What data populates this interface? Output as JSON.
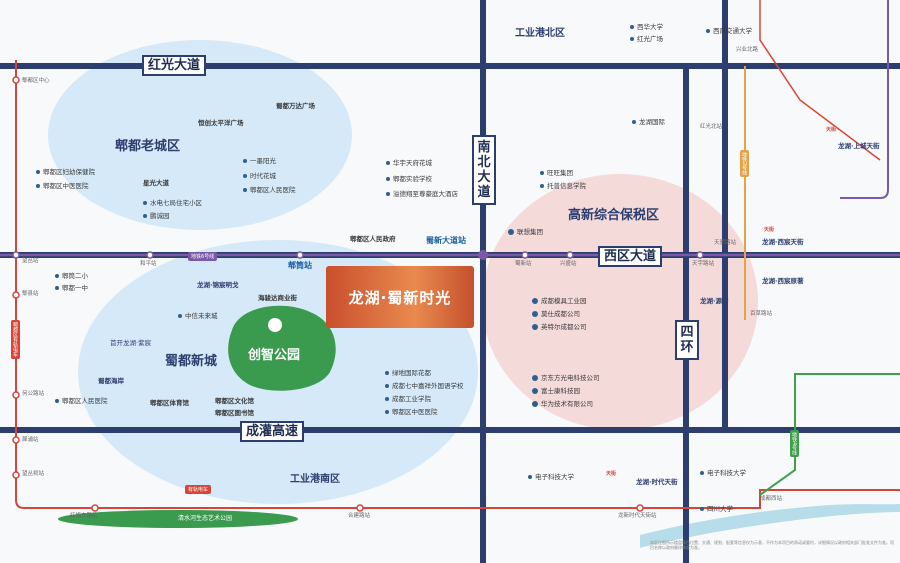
{
  "colors": {
    "road": "#2c3e6d",
    "old_zone_fill": "#cfe6f7",
    "new_zone_fill": "#cfe6f7",
    "bonded_zone_fill": "#f7dada",
    "metro_line6": "#7a5aa8",
    "metro_red": "#d7443a",
    "metro_orange": "#e3a447",
    "metro_green": "#3ea04a",
    "park": "#3a9a4e",
    "project": "#d4633a",
    "river": "#b6dde9"
  },
  "roads": {
    "hongguang": "红光大道",
    "xiqu": "西区大道",
    "chengguan": "成灌高速",
    "nanbei": "南北大道",
    "sihuan": "四环"
  },
  "zones": {
    "old_city": "郫都老城区",
    "new_city": "蜀都新城",
    "bonded": "高新综合保税区",
    "industry_north": "工业港北区",
    "industry_south": "工业港南区"
  },
  "project": {
    "name": "龙湖·蜀新时光"
  },
  "park": {
    "name": "创智公园",
    "icon": "tree-icon"
  },
  "stations": {
    "pidu": "郫筒站",
    "shudu_avenue": "蜀新大道站"
  },
  "old_city_pois": {
    "plaza1": "恒创太平洋广场",
    "plaza2": "蜀都万达广场",
    "xingguang": "星光大道",
    "list": [
      "一墨阳光",
      "时代花城",
      "郫都区人民医院"
    ],
    "list2": [
      "水电七局住宅小区",
      "鹏诚园"
    ],
    "list3": [
      "郫都区妇幼保健院",
      "郫都区中医医院"
    ]
  },
  "west_pois": {
    "schools": [
      "郫筒二小",
      "郫都一中"
    ],
    "hospital": "郫都区人民医院"
  },
  "center_north_pois": [
    "华宇天府花城",
    "郫都实验学校",
    "溢德翔至尊豪庭大酒店"
  ],
  "gov": "郫都区人民政府",
  "new_city_pois": {
    "longhu_jinxiu": "龙湖·锦宸明戈",
    "haiyida": "海骏达商业街",
    "zhongxin": "中信未来城",
    "shouzhu": "首开龙湖·紫宸",
    "shudu_hotel": "蜀都海岸",
    "sports": "郫都区体育馆",
    "culture": [
      "郫都区文化馆",
      "郫都区图书馆"
    ]
  },
  "south_center_pois": [
    "绿地国际花都",
    "成都七中嘉祥外国语学校",
    "成都工业学院",
    "郫都区中医医院"
  ],
  "bonded_pois": {
    "north": [
      "旺旺集团",
      "托普信息学院"
    ],
    "lianxiang": "联想集团",
    "companies": [
      "成都模具工业园",
      "莫仕成都公司",
      "英特尔成都公司"
    ],
    "companies2": [
      "京东方光电科技公司",
      "富士康科技园",
      "华为技术有限公司"
    ]
  },
  "ne_pois": {
    "xihua": "西华大学",
    "hongguang_town": "红光广场",
    "xijiao": "西南交通大学",
    "xingyi": "兴业北路",
    "longhu_intl": "龙湖国际",
    "longhu_shangcheng": "龙湖·上城天街",
    "longhu_xichen": "龙湖·西宸天街",
    "longhu_xichen2": "龙湖·西宸原著",
    "longhu_yuanzhu": "龙湖·源著",
    "tianjie": "天街"
  },
  "south_pois": {
    "uestc": "电子科技大学",
    "longhu_shidai": "龙湖·时代天街",
    "uestc2": "电子科技大学",
    "scu": "四川大学",
    "river_park": "清水河生态艺术公园"
  },
  "metro_labels": {
    "line6": "地铁6号线",
    "line_west": "郫都区有轨电车",
    "line2": "地铁2号线",
    "line4": "地铁4号线",
    "red_bottom": "有轨电车"
  },
  "metro_stations_small": {
    "west": [
      "郫都区中心",
      "望丛站",
      "犀浦",
      "犀浦站",
      "望丛祠站",
      "郫县站",
      "何公路站",
      "犀浦站",
      "红光站"
    ],
    "line6": [
      "犀浦",
      "和平站",
      "惠民大道站",
      "蜀新站",
      "兴盛站",
      "天宇路站",
      "天宇路站"
    ],
    "ne": [
      "犀浦站",
      "天骄路站",
      "天宇路站",
      "百草路站"
    ],
    "south": [
      "红旗东路站",
      "合建路站",
      "龙新时代天街站",
      "成都西站"
    ],
    "hebei": "兴业北路站",
    "hongguang_st": "红光北站"
  },
  "disclaimer": "本区位图所示楼盘项目位置、交通、规划、配套等信息仅为示意，不作为本项目的承诺或要约，详细情况以政府相关部门批准文件为准。项目名称以政府最终审定为准。"
}
